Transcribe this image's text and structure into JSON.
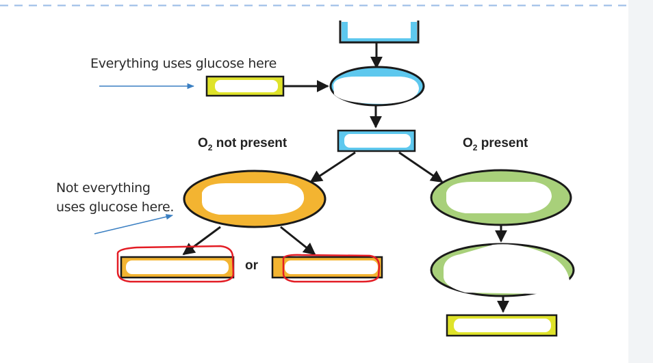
{
  "annotations": {
    "everything_uses_glucose": "Everything uses glucose here",
    "not_everything_line1": "Not everything",
    "not_everything_line2": "uses glucose here."
  },
  "branch_labels": {
    "o2_not_present_prefix": "O",
    "o2_not_present_subscript": "2",
    "o2_not_present_suffix": " not present",
    "o2_present_prefix": "O",
    "o2_present_subscript": "2",
    "o2_present_suffix": " present",
    "or": "or"
  },
  "colors": {
    "blue_fill": "#5ec8ee",
    "yellow_fill": "#dfe32a",
    "orange_fill": "#f3b431",
    "green_fill": "#a8d07a",
    "outline": "#1a1a1a",
    "annotation_arrow": "#3a7fc2",
    "highlight": "#e31c24",
    "dashed_border": "#a9c6ea"
  }
}
